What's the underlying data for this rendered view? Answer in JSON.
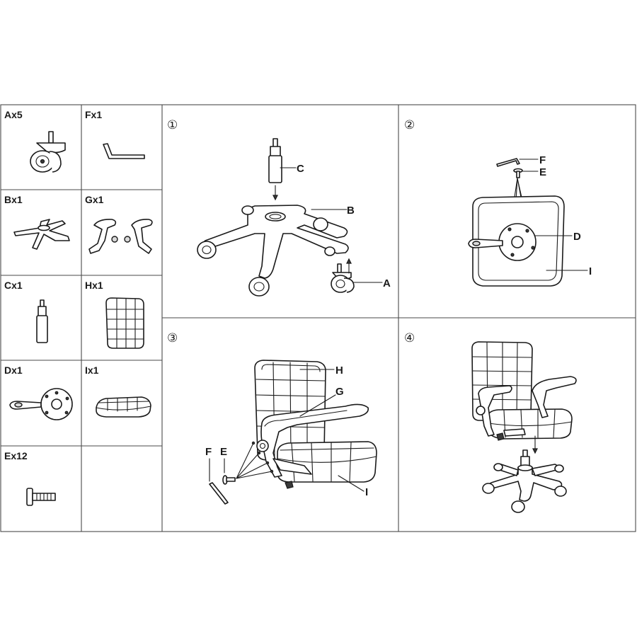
{
  "parts": [
    {
      "id": "A",
      "label": "Ax5"
    },
    {
      "id": "F",
      "label": "Fx1"
    },
    {
      "id": "B",
      "label": "Bx1"
    },
    {
      "id": "G",
      "label": "Gx1"
    },
    {
      "id": "C",
      "label": "Cx1"
    },
    {
      "id": "H",
      "label": "Hx1"
    },
    {
      "id": "D",
      "label": "Dx1"
    },
    {
      "id": "I",
      "label": "Ix1"
    },
    {
      "id": "E",
      "label": "Ex12"
    }
  ],
  "steps": [
    {
      "number": "①",
      "callouts": [
        "C",
        "B",
        "A"
      ]
    },
    {
      "number": "②",
      "callouts": [
        "F",
        "E",
        "D",
        "I"
      ]
    },
    {
      "number": "③",
      "callouts": [
        "H",
        "G",
        "F",
        "E",
        "I"
      ]
    },
    {
      "number": "④",
      "callouts": []
    }
  ]
}
